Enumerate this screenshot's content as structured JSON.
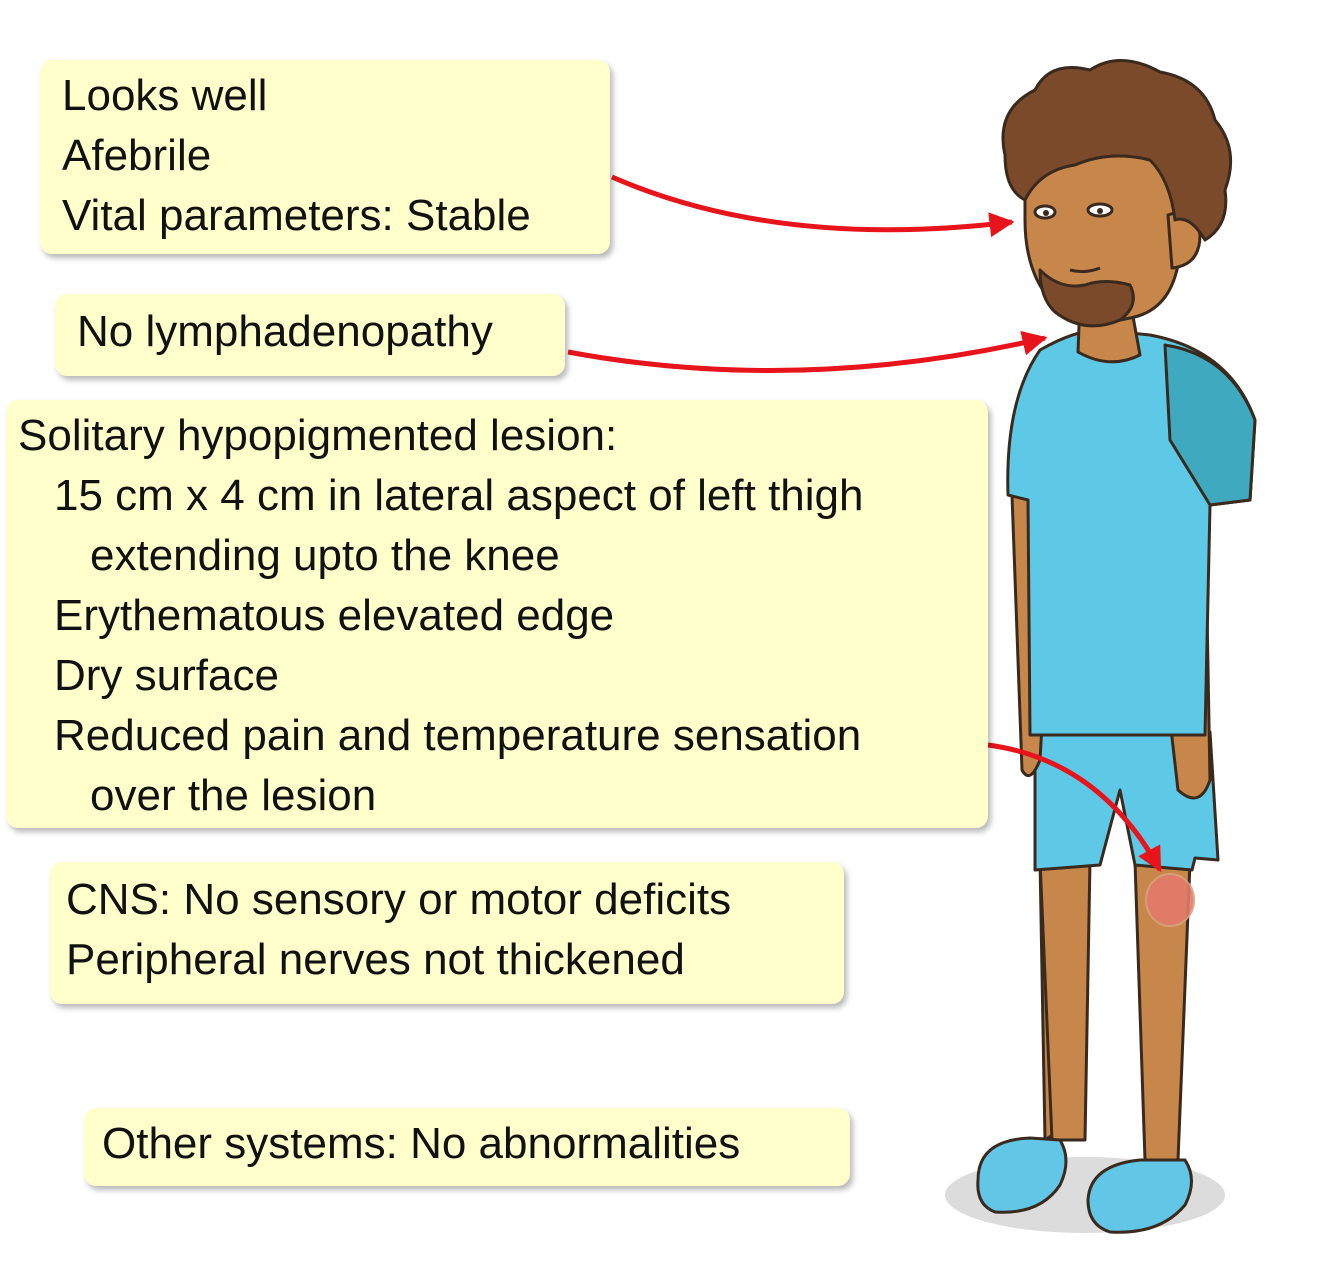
{
  "callouts": {
    "general": [
      "Looks well",
      "Afebrile",
      "Vital parameters: Stable"
    ],
    "lymph": "No lymphadenopathy",
    "lesion": {
      "heading": "Solitary hypopigmented lesion:",
      "lines": [
        "15 cm x 4 cm in lateral aspect of left thigh",
        "extending upto the knee",
        "Erythematous elevated edge",
        "Dry surface",
        "Reduced pain and temperature sensation",
        "over the lesion"
      ]
    },
    "cns": [
      "CNS: No sensory or motor deficits",
      "Peripheral nerves not thickened"
    ],
    "other": "Other systems: No abnormalities"
  },
  "colors": {
    "callout_bg": "#ffffcc",
    "arrow": "#e8141b",
    "skin": "#c8874a",
    "hair": "#7a4a2a",
    "shirt": "#5dc9e6",
    "shirt_shade": "#3fa9c0",
    "slipper": "#62c6e6",
    "lesion": "#e27a6a"
  }
}
